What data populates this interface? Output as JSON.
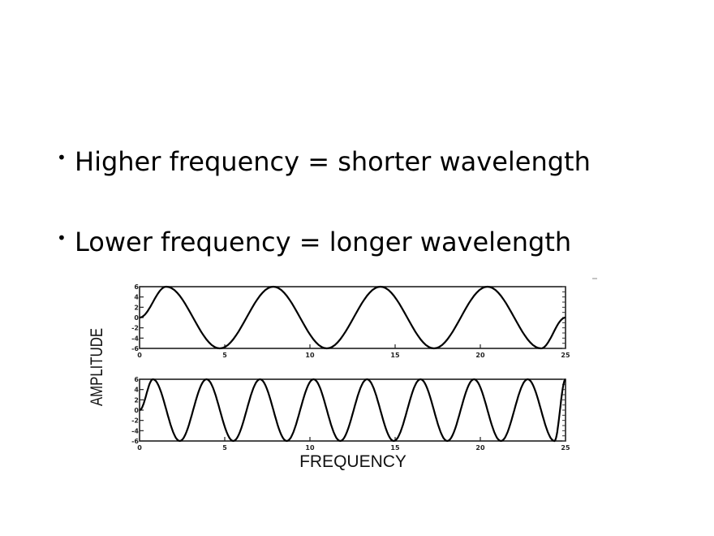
{
  "bullets": [
    {
      "text": "Higher frequency = shorter wavelength"
    },
    {
      "text": "Lower frequency = longer wavelength"
    }
  ],
  "bullet_glyph": "•",
  "chart_data": [
    {
      "type": "line",
      "xlabel": "",
      "ylabel": "AMPLITUDE",
      "xlim": [
        0,
        25
      ],
      "ylim": [
        -6,
        6
      ],
      "xticks": [
        "0",
        "5",
        "10",
        "15",
        "20",
        "25"
      ],
      "yticks": [
        6,
        4,
        2,
        0,
        -2,
        -4,
        -6
      ],
      "x": [
        0,
        1.57,
        4.71,
        7.85,
        10.99,
        14.14,
        17.28,
        20.42,
        23.56,
        25
      ],
      "y": [
        0,
        6,
        -6,
        6,
        -6,
        6,
        -6,
        6,
        -6,
        0
      ],
      "color": "#000000"
    },
    {
      "type": "line",
      "xlabel": "FREQUENCY",
      "ylabel": "AMPLITUDE",
      "xlim": [
        0,
        25
      ],
      "ylim": [
        -6,
        6
      ],
      "xticks": [
        "0",
        "5",
        "10",
        "15",
        "20",
        "25"
      ],
      "yticks": [
        6,
        4,
        2,
        0,
        -2,
        -4,
        -6
      ],
      "x": [
        0,
        0.79,
        2.36,
        3.93,
        5.5,
        7.07,
        8.64,
        10.21,
        11.78,
        13.35,
        14.92,
        16.49,
        18.06,
        19.63,
        21.21,
        22.78,
        24.35,
        25
      ],
      "y": [
        0,
        6,
        -6,
        6,
        -6,
        6,
        -6,
        6,
        -6,
        6,
        -6,
        6,
        -6,
        6,
        -6,
        6,
        -6,
        6
      ],
      "color": "#000000"
    }
  ]
}
